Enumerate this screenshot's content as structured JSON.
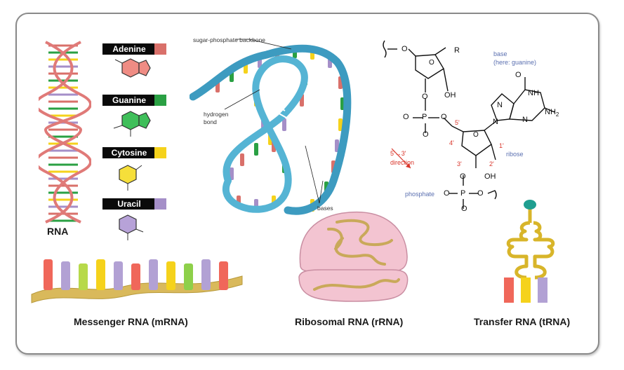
{
  "labels": {
    "rna": "RNA",
    "mrna": "Messenger RNA (mRNA)",
    "rrna": "Ribosomal RNA (rRNA)",
    "trna": "Transfer RNA (tRNA)"
  },
  "bases": [
    {
      "name": "Adenine",
      "color": "#d9706a"
    },
    {
      "name": "Guanine",
      "color": "#2aa043"
    },
    {
      "name": "Cytosine",
      "color": "#f5d21b"
    },
    {
      "name": "Uracil",
      "color": "#a58fc8"
    }
  ],
  "structure_annotations": {
    "backbone": "sugar-phosphate backbone",
    "hydrogen_bond_line1": "hydrogen",
    "hydrogen_bond_line2": "bond",
    "bases": "bases"
  },
  "chemistry": {
    "r": "R",
    "base_line1": "base",
    "base_line2": "(here: guanine)",
    "oh_top": "OH",
    "oh_bottom": "OH",
    "nh": "NH",
    "nh2": "NH",
    "nh2_sub": "2",
    "o_carbonyl": "O",
    "five_prime": "5'",
    "four_prime": "4'",
    "three_prime": "3'",
    "two_prime": "2'",
    "one_prime": "1'",
    "ribose": "ribose",
    "direction_line1": "5'→3'",
    "direction_line2": "direction",
    "phosphate": "phosphate"
  },
  "colors": {
    "helix_strand": "#e07a78",
    "backbone_blue": "#4aa6c6",
    "ribosome_pink": "#f3c4d1",
    "rrna_strand": "#c9a95a",
    "trna_gold": "#d8b52a",
    "trna_cap": "#1f9e90"
  }
}
